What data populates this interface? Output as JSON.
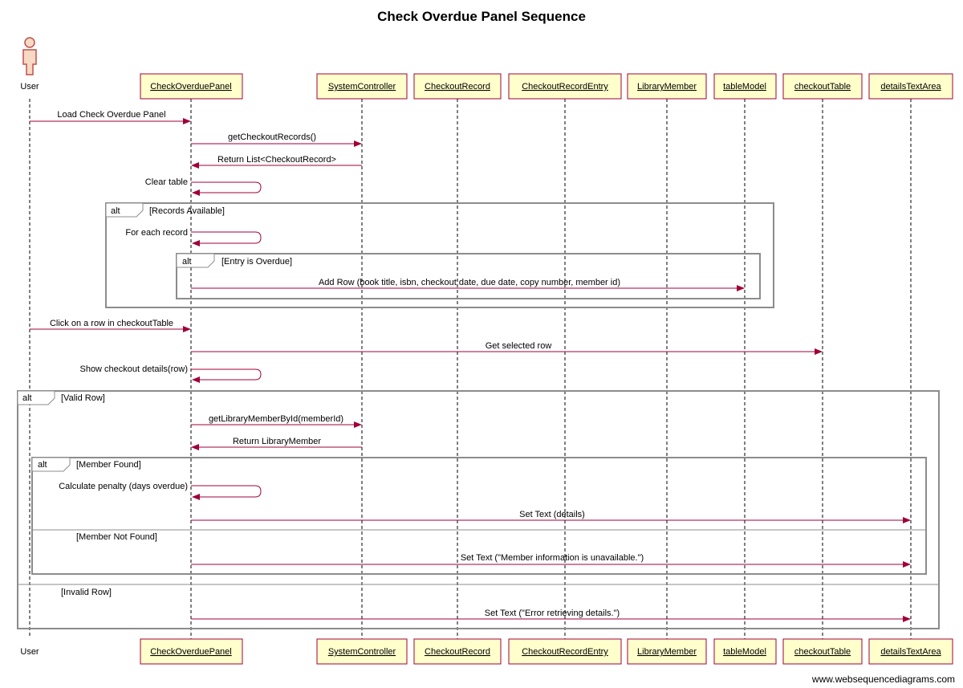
{
  "title": "Check Overdue Panel Sequence",
  "actor": {
    "name": "User"
  },
  "participants": [
    "CheckOverduePanel",
    "SystemController",
    "CheckoutRecord",
    "CheckoutRecordEntry",
    "LibraryMember",
    "tableModel",
    "checkoutTable",
    "detailsTextArea"
  ],
  "messages": [
    {
      "from": "User",
      "to": "CheckOverduePanel",
      "label": "Load Check Overdue Panel"
    },
    {
      "from": "CheckOverduePanel",
      "to": "SystemController",
      "label": "getCheckoutRecords()"
    },
    {
      "from": "SystemController",
      "to": "CheckOverduePanel",
      "label": "Return List<CheckoutRecord>"
    },
    {
      "from": "CheckOverduePanel",
      "to": "CheckOverduePanel",
      "label": "Clear table"
    },
    {
      "from": "CheckOverduePanel",
      "to": "CheckOverduePanel",
      "label": "For each record"
    },
    {
      "from": "CheckOverduePanel",
      "to": "tableModel",
      "label": "Add Row (book title, isbn, checkout date, due date, copy number, member id)"
    },
    {
      "from": "User",
      "to": "CheckOverduePanel",
      "label": "Click on a row in checkoutTable"
    },
    {
      "from": "CheckOverduePanel",
      "to": "checkoutTable",
      "label": "Get selected row"
    },
    {
      "from": "CheckOverduePanel",
      "to": "CheckOverduePanel",
      "label": "Show checkout details(row)"
    },
    {
      "from": "CheckOverduePanel",
      "to": "SystemController",
      "label": "getLibraryMemberById(memberId)"
    },
    {
      "from": "SystemController",
      "to": "CheckOverduePanel",
      "label": "Return LibraryMember"
    },
    {
      "from": "CheckOverduePanel",
      "to": "CheckOverduePanel",
      "label": "Calculate penalty (days overdue)"
    },
    {
      "from": "CheckOverduePanel",
      "to": "detailsTextArea",
      "label": "Set Text (details)"
    },
    {
      "from": "CheckOverduePanel",
      "to": "detailsTextArea",
      "label": "Set Text (\"Member information is unavailable.\")"
    },
    {
      "from": "CheckOverduePanel",
      "to": "detailsTextArea",
      "label": "Set Text (\"Error retrieving details.\")"
    }
  ],
  "frames": [
    {
      "keyword": "alt",
      "guard": "[Records Available]"
    },
    {
      "keyword": "alt",
      "guard": "[Entry is Overdue]"
    },
    {
      "keyword": "alt",
      "guard": "[Valid Row]",
      "else_guard": "[Invalid Row]"
    },
    {
      "keyword": "alt",
      "guard": "[Member Found]",
      "else_guard": "[Member Not Found]"
    }
  ],
  "footer": "www.websequencediagrams.com",
  "colors": {
    "message": "#a0003a",
    "participant_fill": "#ffffcc",
    "frame": "#8c8c8c"
  }
}
